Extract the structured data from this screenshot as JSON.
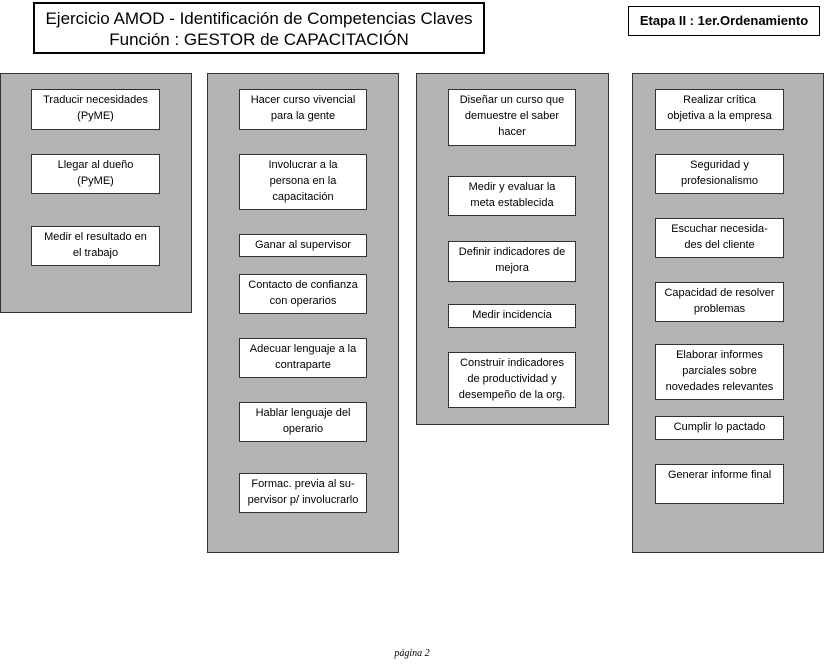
{
  "header": {
    "title_line1": "Ejercicio AMOD - Identificación de Competencias Claves",
    "title_line2": "Función : GESTOR de CAPACITACIÓN",
    "stage": "Etapa II : 1er.Ordenamiento"
  },
  "columns": [
    {
      "items": [
        "Traducir necesidades\n(PyME)",
        "Llegar al dueño\n(PyME)",
        "Medir el resultado en\nel trabajo"
      ]
    },
    {
      "items": [
        "Hacer  curso vivencial\npara la gente",
        "Involucrar a la\npersona en la\ncapacitación",
        "Ganar al supervisor",
        "Contacto de confianza\ncon operarios",
        "Adecuar lenguaje a la\ncontraparte",
        "Hablar lenguaje del\noperario",
        "Formac. previa al su-\npervisor p/ involucrarlo"
      ]
    },
    {
      "items": [
        "Diseñar un curso que\ndemuestre el saber\nhacer",
        "Medir y evaluar la\nmeta establecida",
        "Definir indicadores de\nmejora",
        "Medir incidencia",
        "Construir indicadores\nde productividad y\ndesempeño de la org."
      ]
    },
    {
      "items": [
        "Realizar crítica\nobjetiva a la empresa",
        "Seguridad y\nprofesionalismo",
        "Escuchar necesida-\ndes del cliente",
        "Capacidad de resolver\nproblemas",
        "Elaborar informes\nparciales sobre\nnovedades relevantes",
        "Cumplir lo pactado",
        "Generar informe final"
      ]
    }
  ],
  "footer": {
    "page": "página 2"
  },
  "colors": {
    "column_bg": "#b3b3b3",
    "card_bg": "#ffffff",
    "border": "#333333"
  }
}
